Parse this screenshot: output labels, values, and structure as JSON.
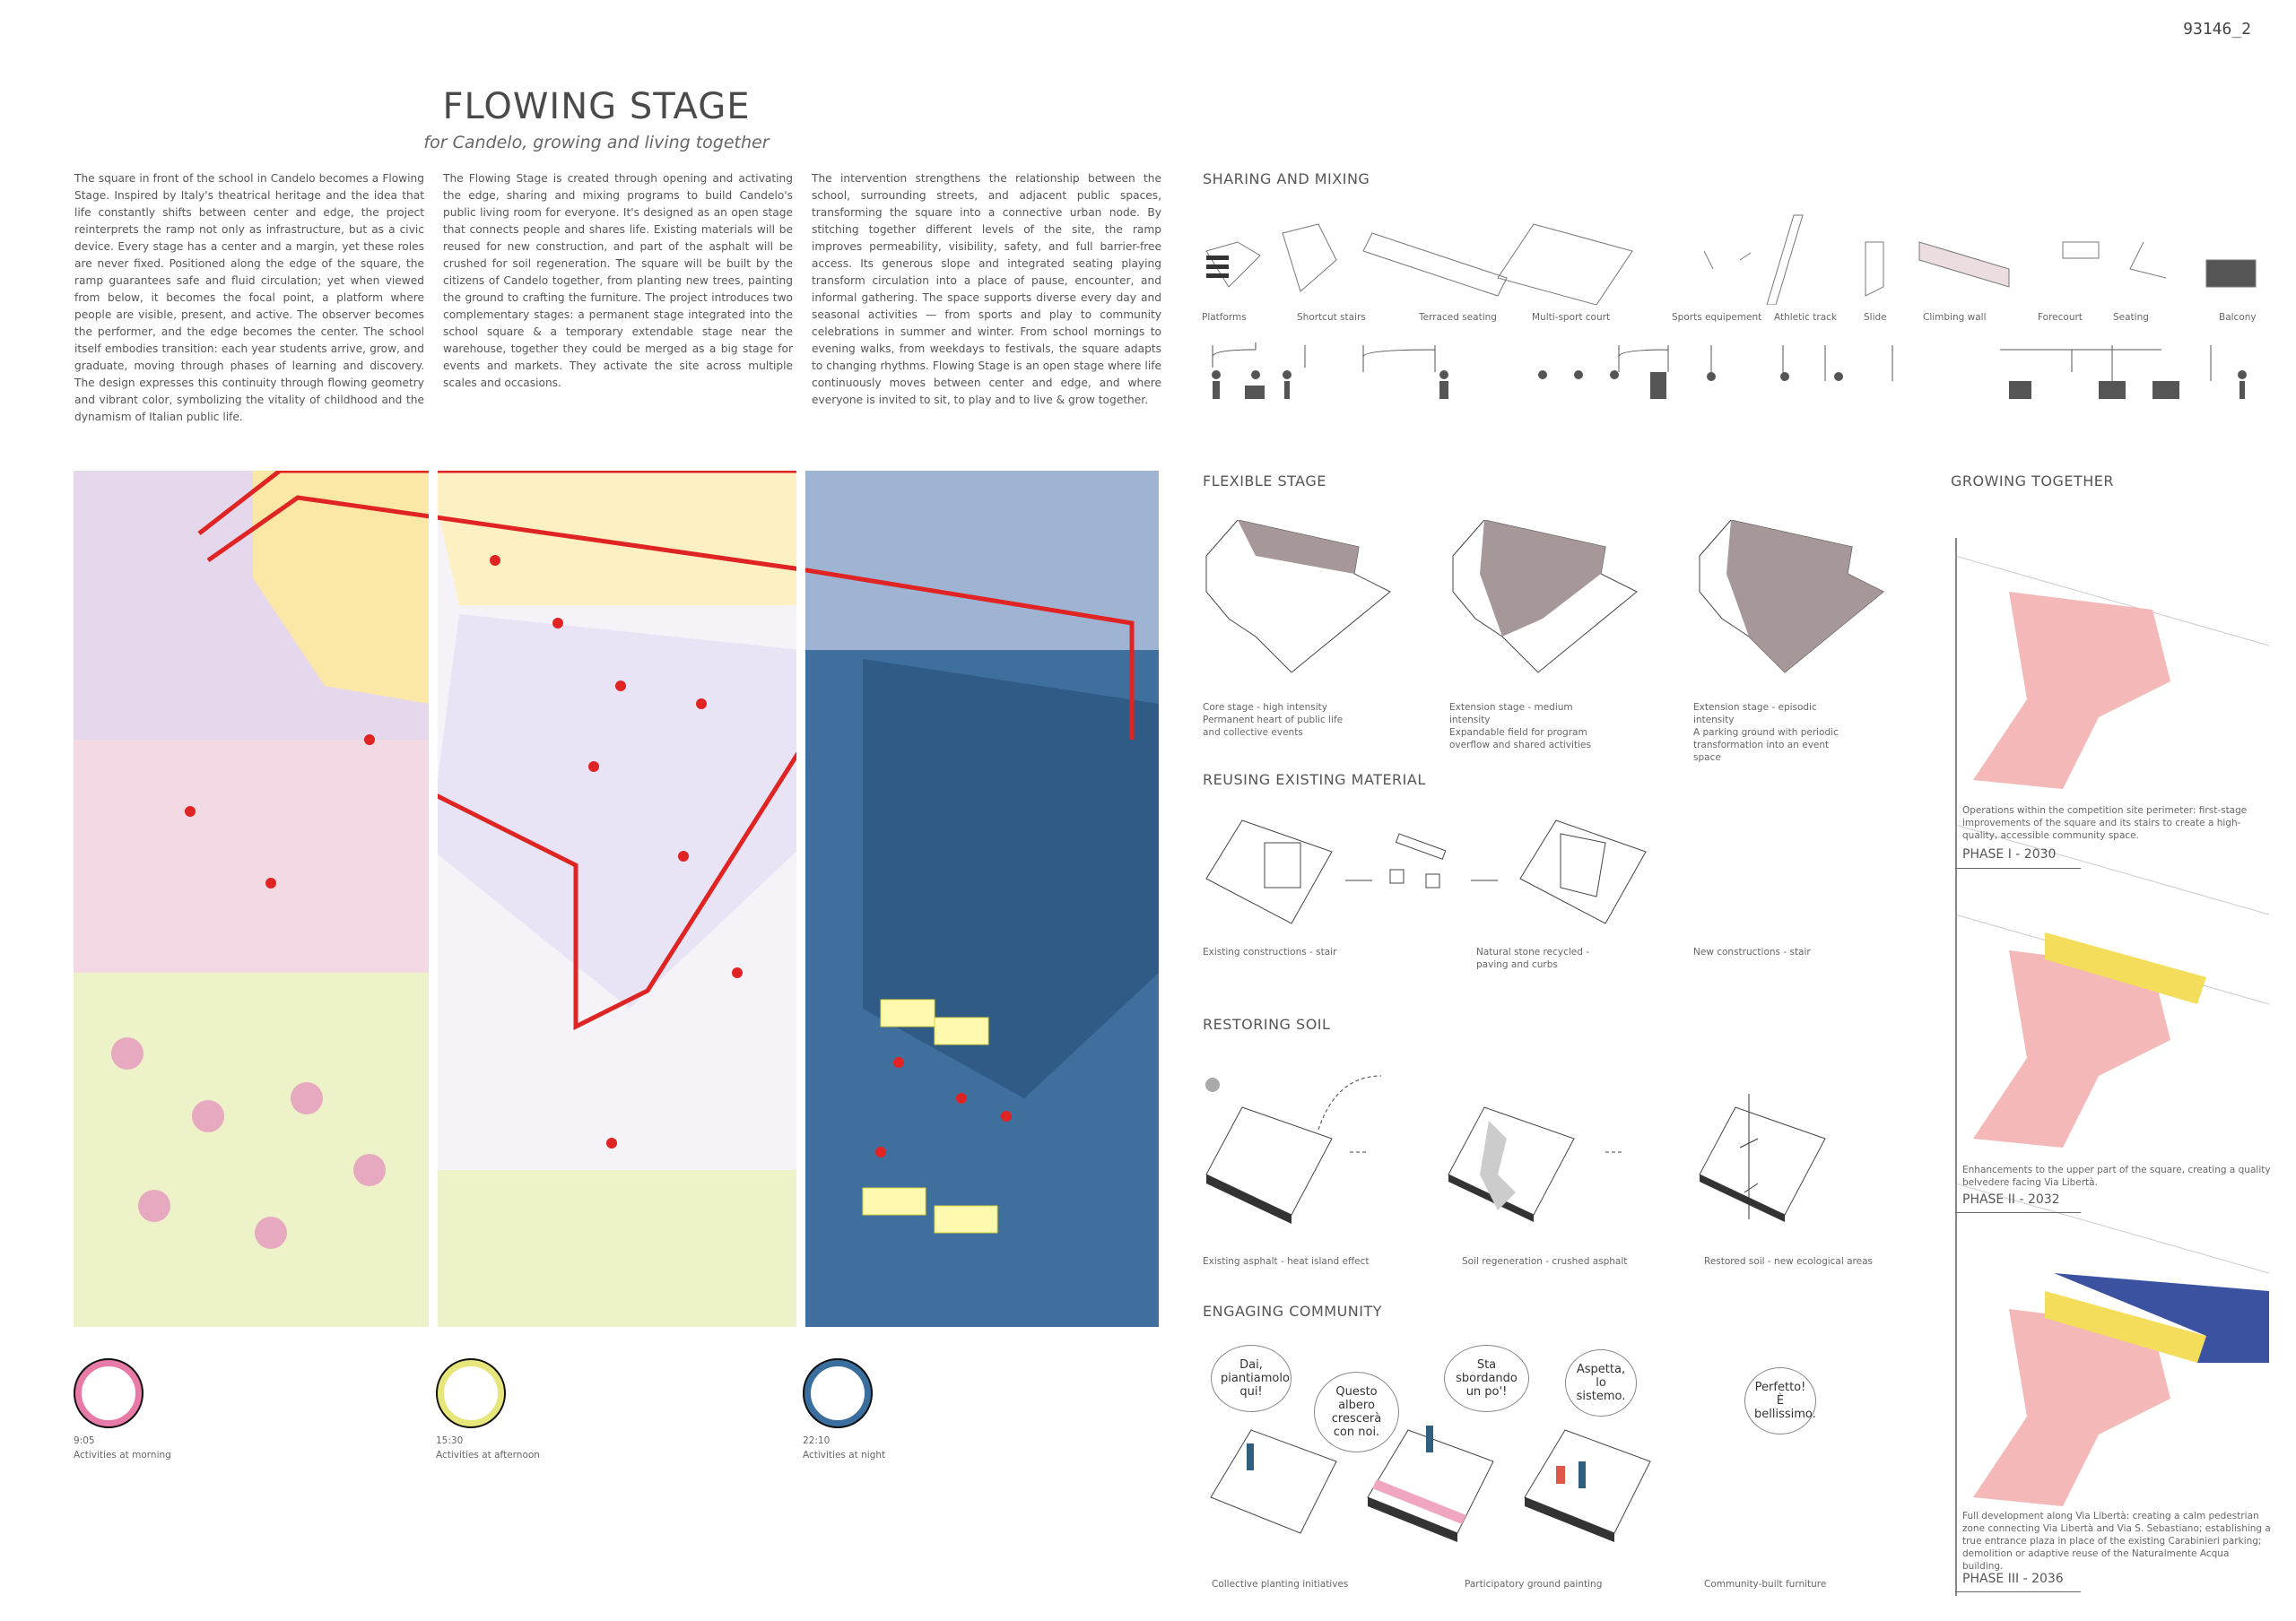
{
  "id_code": "93146_2",
  "title": "FLOWING STAGE",
  "subtitle": "for Candelo, growing and living together",
  "text_columns": [
    "The square in front of the school in Candelo becomes a Flowing Stage. Inspired by Italy's theatrical heritage and the idea that life constantly shifts between center and edge, the project reinterprets the ramp not only as infrastructure, but as a civic device. Every stage has a center and a margin, yet these roles are never fixed. Positioned along the edge of the square, the ramp guarantees safe and fluid circulation; yet when viewed from below, it becomes the focal point, a platform where people are visible, present, and active. The observer becomes the performer, and the edge becomes the center. The school itself embodies transition: each year students arrive, grow, and graduate, moving through phases of learning and discovery. The design expresses this continuity through flowing geometry and vibrant color, symbolizing the vitality of childhood and the dynamism of Italian public life.",
    "The Flowing Stage is created through opening and activating the edge, sharing and mixing programs to build Candelo's public living room for everyone. It's designed as an open stage that connects people and shares life. Existing materials will be reused for new construction, and part of the asphalt will be crushed for soil regeneration. The square will be built by the citizens of Candelo together, from planting new trees, painting the ground to crafting the furniture. The project introduces two complementary stages: a permanent stage integrated into the school square & a temporary extendable stage near the warehouse, together they could be merged as a big stage for events and markets. They activate the site across multiple scales and occasions.",
    "The intervention strengthens the relationship between the school, surrounding streets, and adjacent public spaces, transforming the square into a connective urban node. By stitching together different levels of the site, the ramp improves permeability, visibility, safety, and full barrier-free access. Its generous slope and integrated seating playing transform circulation into a place of pause, encounter, and informal gathering. The space supports diverse every day and seasonal activities — from sports and play to community celebrations in summer and winter. From school mornings to evening walks, from weekdays to festivals, the square adapts to changing rhythms. Flowing Stage is an open stage where life continuously moves between center and edge, and where everyone is invited to sit, to play and to live & grow together."
  ],
  "clocks": [
    {
      "time": "9:05",
      "label": "Activities at morning",
      "color": "#e87aa8"
    },
    {
      "time": "15:30",
      "label": "Activities at afternoon",
      "color": "#e6e67a"
    },
    {
      "time": "22:10",
      "label": "Activities at night",
      "color": "#3a6e9e"
    }
  ],
  "sharing": {
    "heading": "SHARING AND MIXING",
    "items": [
      "Platforms",
      "Shortcut stairs",
      "Terraced seating",
      "Multi-sport court",
      "Sports equipement",
      "Athletic track",
      "Slide",
      "Climbing wall",
      "Forecourt",
      "Seating",
      "Balcony"
    ]
  },
  "flexible": {
    "heading": "FLEXIBLE STAGE",
    "captions": [
      {
        "title": "Core stage - high intensity",
        "text": "Permanent heart of public life and collective events"
      },
      {
        "title": "Extension stage - medium intensity",
        "text": "Expandable field for program overflow and shared activities"
      },
      {
        "title": "Extension stage - episodic intensity",
        "text": "A parking ground with periodic transformation into an event space"
      }
    ]
  },
  "reusing": {
    "heading": "REUSING EXISTING MATERIAL",
    "captions": [
      "Existing constructions - stair",
      "Natural stone recycled - paving and curbs",
      "New constructions - stair"
    ]
  },
  "soil": {
    "heading": "RESTORING SOIL",
    "captions": [
      "Existing asphalt - heat island effect",
      "Soil regeneration - crushed asphalt",
      "Restored soil - new ecological areas"
    ]
  },
  "community": {
    "heading": "ENGAGING COMMUNITY",
    "captions": [
      "Collective planting initiatives",
      "Participatory ground painting",
      "Community-built furniture"
    ],
    "bubbles": [
      "Dai, piantiamolo qui!",
      "Questo albero crescerà con noi.",
      "Sta sbordando un po'!",
      "Aspetta, lo sistemo.",
      "Perfetto! È bellissimo."
    ]
  },
  "growing": {
    "heading": "GROWING TOGETHER",
    "phases": [
      {
        "text": "Operations within the competition site perimeter: first-stage improvements of the square and its stairs to create a high-quality, accessible community space.",
        "label": "PHASE I - 2030"
      },
      {
        "text": "Enhancements to the upper part of the square, creating a quality belvedere facing Via Libertà.",
        "label": "PHASE II - 2032"
      },
      {
        "text": "Full development along Via Libertà: creating a calm pedestrian zone connecting Via Libertà and Via S. Sebastiano; establishing a true entrance plaza in place of the existing Carabinieri parking; demolition or adaptive reuse of the Naturalmente Acqua building.",
        "label": "PHASE III - 2036"
      }
    ]
  }
}
